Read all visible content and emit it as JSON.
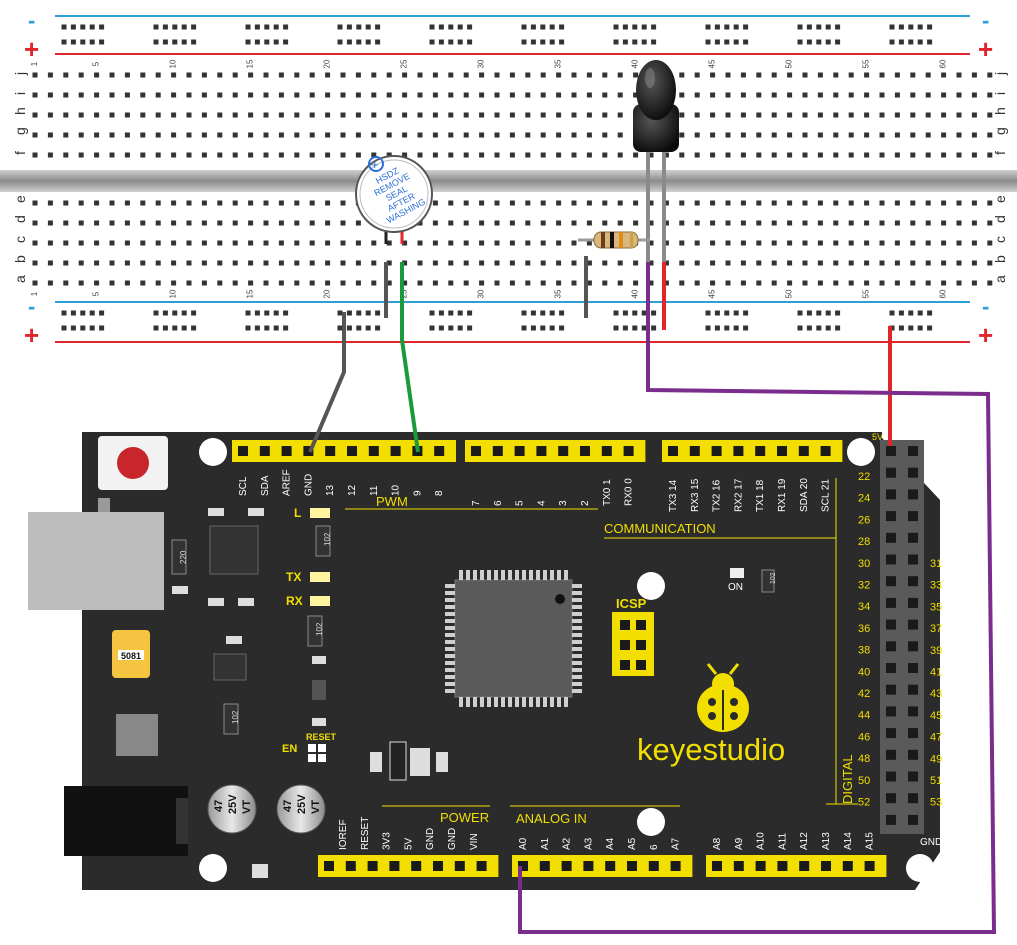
{
  "breadboard": {
    "rail_plus": "+",
    "rail_minus": "-",
    "row_letters_top": [
      "j",
      "i",
      "h",
      "g",
      "f"
    ],
    "row_letters_bottom": [
      "e",
      "d",
      "c",
      "b",
      "a"
    ],
    "column_numbers": [
      "1",
      "5",
      "10",
      "15",
      "20",
      "25",
      "30",
      "35",
      "40",
      "45",
      "50",
      "55",
      "60"
    ],
    "column_count": 63
  },
  "buzzer": {
    "label_lines": [
      "HSDZ",
      "REMOVE",
      "SEAL",
      "AFTER",
      "WASHING"
    ],
    "plus_mark": "+"
  },
  "board": {
    "brand": "keyestudio",
    "top_header_left_labels": [
      "SCL",
      "SDA",
      "AREF",
      "GND",
      "13",
      "12",
      "11",
      "10",
      "9",
      "8"
    ],
    "top_header_mid_labels": [
      "7",
      "6",
      "5",
      "4",
      "3",
      "2",
      "TX0 1",
      "RX0 0"
    ],
    "top_header_right_labels": [
      "TX3 14",
      "RX3 15",
      "TX2 16",
      "RX2 17",
      "TX1 18",
      "RX1 19",
      "SDA 20",
      "SCL 21"
    ],
    "pwm_label": "PWM",
    "communication_label": "COMMUNICATION",
    "led_labels": [
      "L",
      "TX",
      "RX"
    ],
    "led_chip_text": "102",
    "on_label": "ON",
    "icsp_label": "ICSP",
    "reset_label": "RESET",
    "en_label": "EN",
    "power_label": "POWER",
    "power_pins": [
      "IOREF",
      "RESET",
      "3V3",
      "5V",
      "GND",
      "GND",
      "VIN"
    ],
    "analog_label": "ANALOG IN",
    "analog_pins": [
      "A0",
      "A1",
      "A2",
      "A3",
      "A4",
      "A5",
      "6",
      "A7",
      "A8",
      "A9",
      "A10",
      "A11",
      "A12",
      "A13",
      "A14",
      "A15"
    ],
    "digital_label": "DIGITAL",
    "digital_left": [
      "22",
      "24",
      "26",
      "28",
      "30",
      "32",
      "34",
      "36",
      "38",
      "40",
      "42",
      "44",
      "46",
      "48",
      "50",
      "52"
    ],
    "digital_right": [
      "31",
      "33",
      "35",
      "37",
      "39",
      "41",
      "43",
      "45",
      "47",
      "49",
      "51",
      "53"
    ],
    "five_v_label": "5V",
    "gnd_label": "GND",
    "resistor_codes": [
      "220",
      "102",
      "102",
      "102",
      "102"
    ],
    "crystal_text": "5081",
    "capacitor_text": [
      "47",
      "25V",
      "VT"
    ]
  },
  "colors": {
    "board": "#2b2b2b",
    "header": "#f2df00",
    "pin": "#1a1a1a",
    "wire_purple": "#7b2d8e",
    "wire_green": "#1a9a3a",
    "wire_red": "#e0262b",
    "wire_gray": "#555555",
    "rail_blue": "#2a9fd8",
    "rail_red": "#e0262b"
  }
}
